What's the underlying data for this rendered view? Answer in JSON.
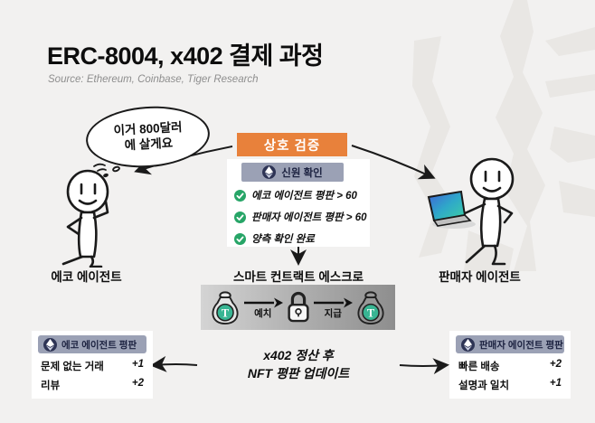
{
  "page": {
    "title": "ERC-8004, x402 결제 과정",
    "source": "Source: Ethereum, Coinbase, Tiger Research"
  },
  "speech_bubble": {
    "text": "이거 800달러\n에 살게요"
  },
  "verification": {
    "banner_label": "상호 검증",
    "panel_title": "신원 확인",
    "checks": [
      "에코 에이전트 평판 > 60",
      "판매자 에이전트 평판 > 60",
      "양측 확인 완료"
    ]
  },
  "agents": {
    "buyer_label": "에코 에이전트",
    "seller_label": "판매자 에이전트"
  },
  "escrow": {
    "title": "스마트 컨트랙트 에스크로",
    "deposit_label": "예치",
    "payout_label": "지급"
  },
  "settlement": {
    "line1": "x402 정산 후",
    "line2": "NFT 평판 업데이트"
  },
  "reputation_left": {
    "title": "에코 에이전트 평판",
    "items": [
      {
        "label": "문제 없는 거래",
        "value": "+1"
      },
      {
        "label": "리뷰",
        "value": "+2"
      }
    ]
  },
  "reputation_right": {
    "title": "판매자 에이전트 평판",
    "items": [
      {
        "label": "빠른 배송",
        "value": "+2"
      },
      {
        "label": "설명과 일치",
        "value": "+1"
      }
    ]
  },
  "icons": {
    "ethereum": "ethereum-icon",
    "check": "check-icon",
    "lock": "lock-icon",
    "money_bag": "money-bag-tether-icon"
  },
  "colors": {
    "background": "#F2F1F0",
    "accent_orange": "#E8813B",
    "header_gray_blue": "#9BA1B5",
    "navy": "#2E3455",
    "check_green": "#27A567",
    "tether_teal": "#38B593",
    "escrow_gradient_start": "#D4D4D4",
    "escrow_gradient_end": "#8E8E8E"
  }
}
